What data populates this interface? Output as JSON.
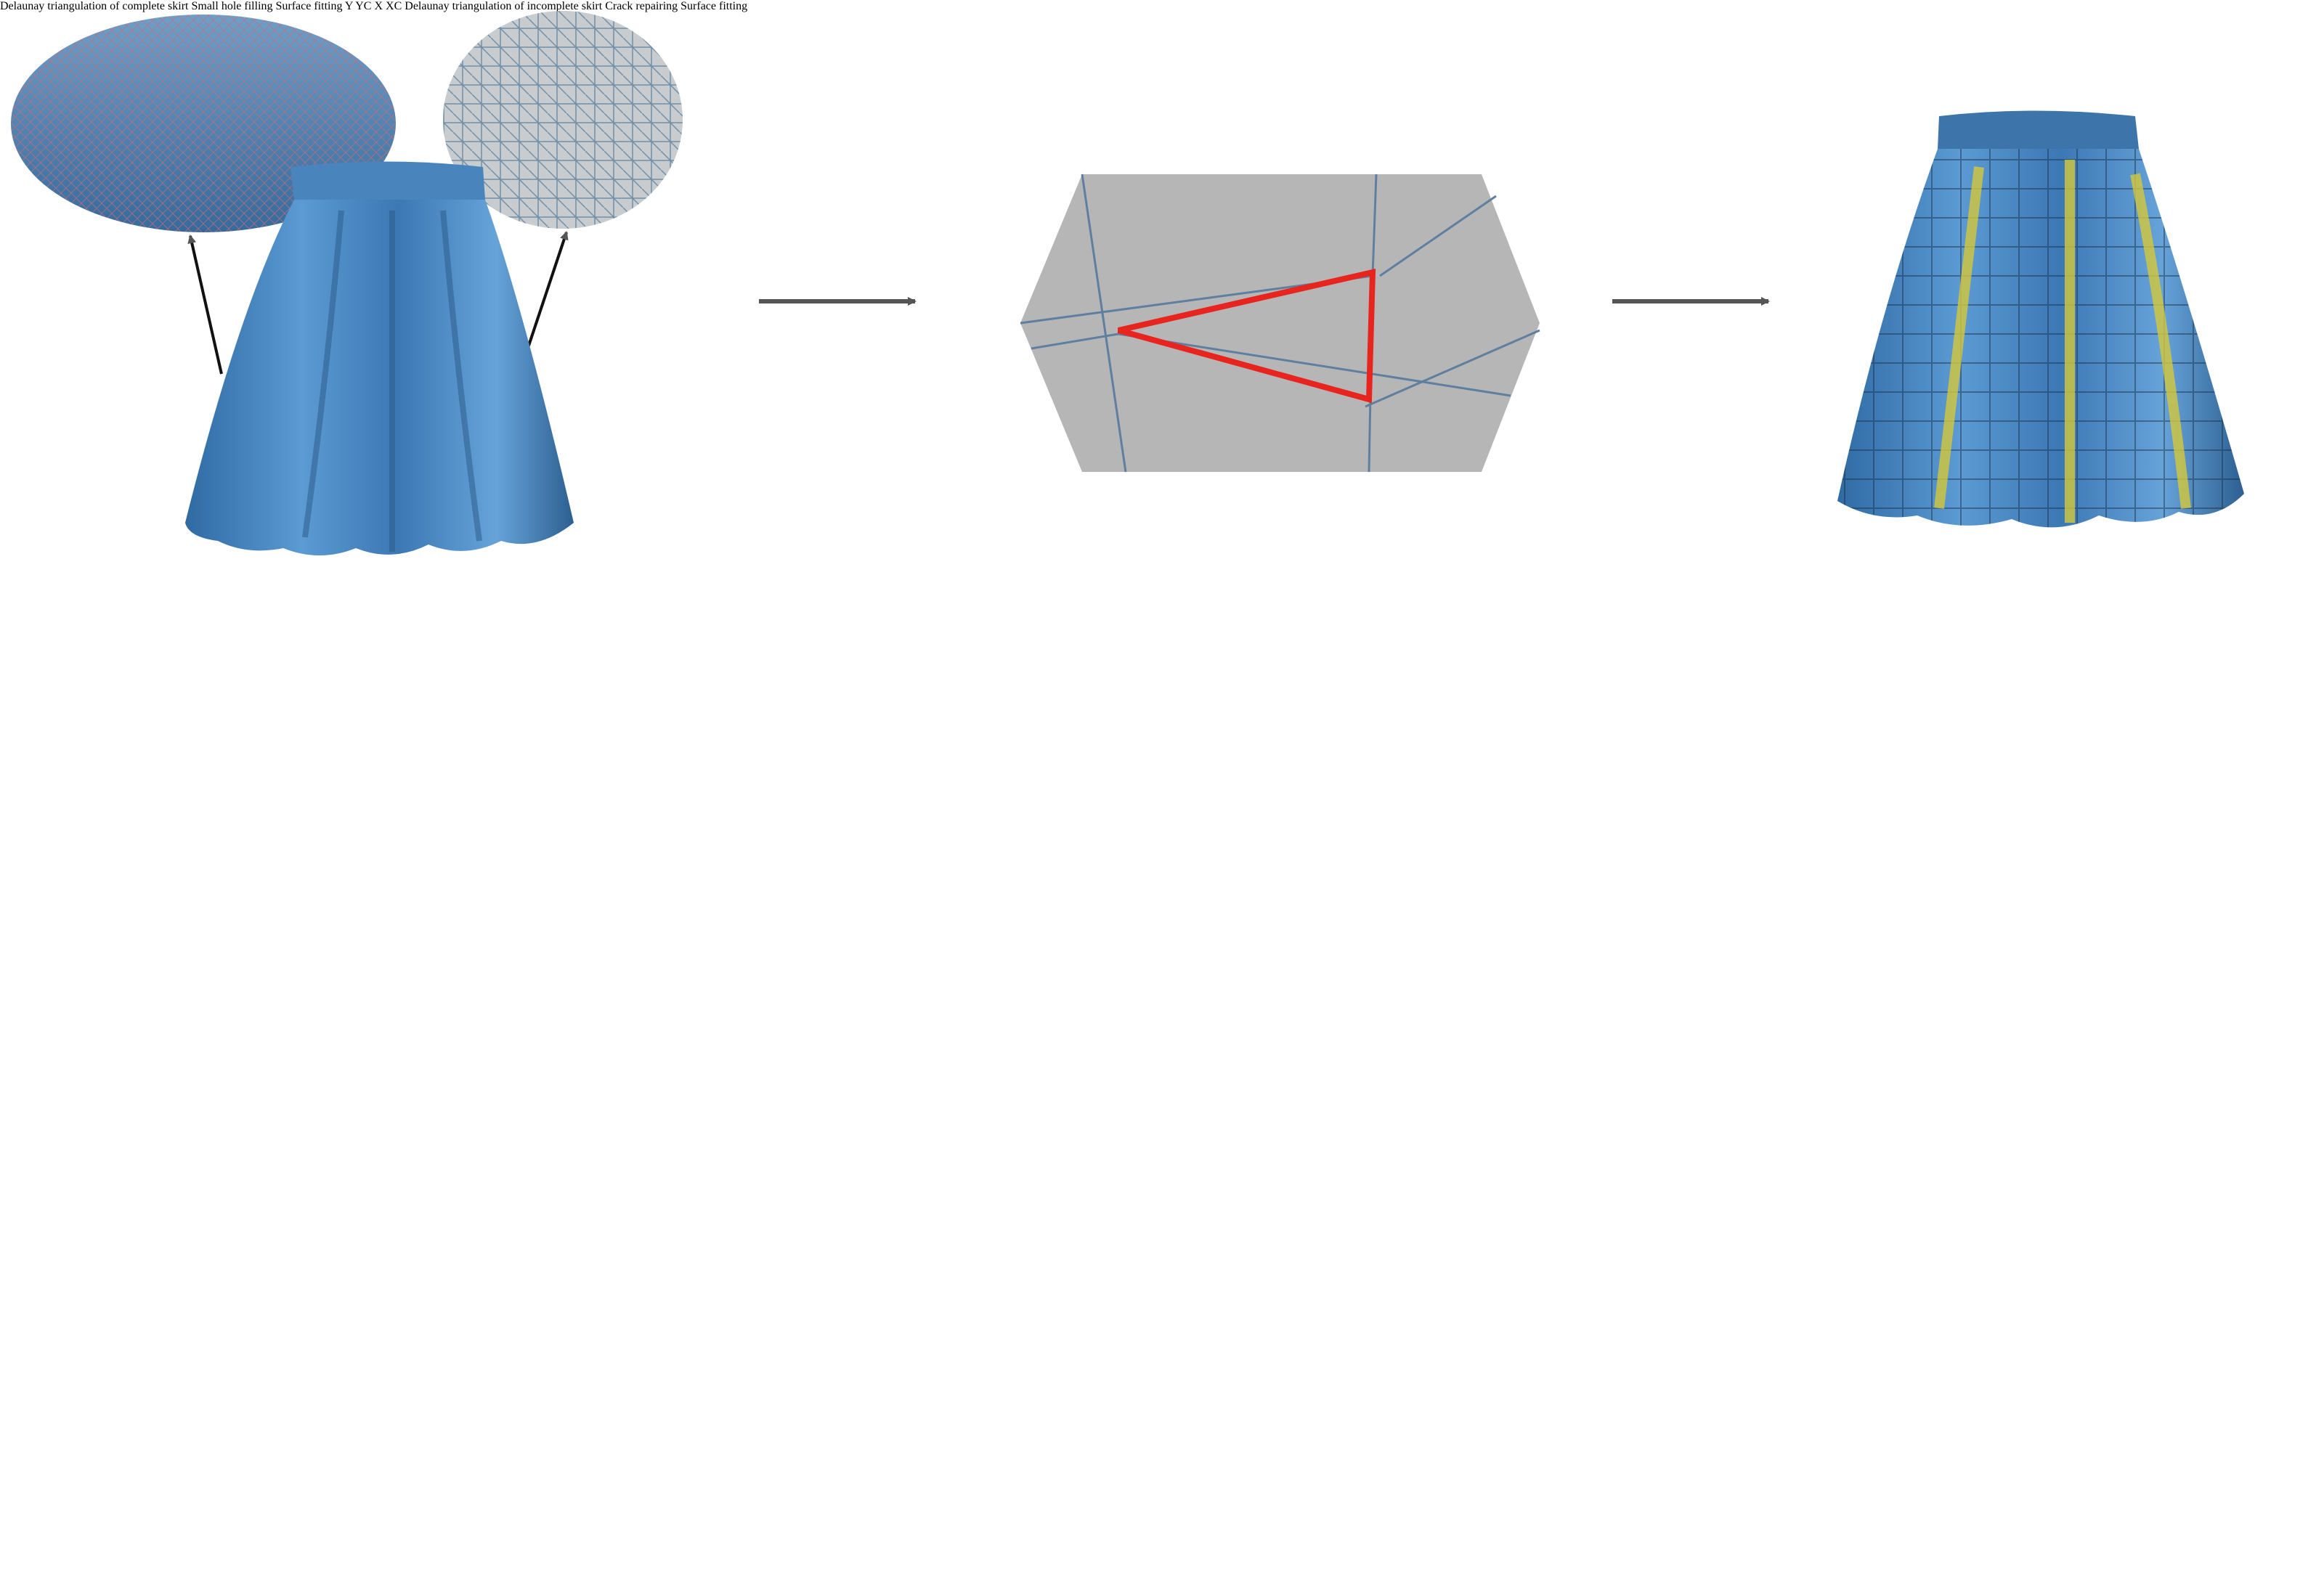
{
  "captions": {
    "top_left_line1": "Delaunay triangulation",
    "top_left_line2": "of complete skirt",
    "top_middle": "Small hole filling",
    "top_right": "Surface fitting",
    "bottom_left_line1": "Delaunay triangulation",
    "bottom_left_line2": "of incomplete skirt",
    "bottom_middle": "Crack repairing",
    "bottom_right": "Surface fitting"
  },
  "axis_labels": {
    "y": "Y",
    "yc": "YC",
    "x": "X",
    "xc": "XC"
  },
  "colors": {
    "skirt_blue": "#4f8bc4",
    "skirt_dark": "#2d5f91",
    "fitted_skirt": "#8fc4d6",
    "hole_red": "#e8241f",
    "boundary_orange": "#f3a33a",
    "highlight_yellow": "#d4c83a",
    "arrow": "#555555"
  }
}
